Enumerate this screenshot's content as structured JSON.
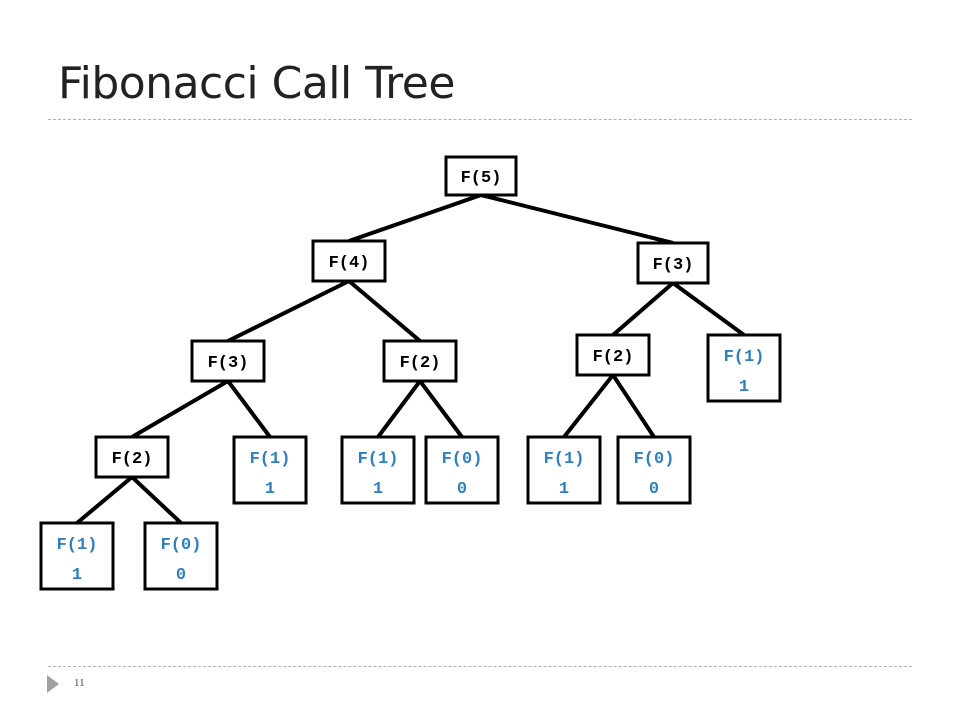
{
  "title": "Fibonacci Call Tree",
  "page_number": "11",
  "colors": {
    "call": "#000000",
    "base": "#2f80c0",
    "edge": "#000000"
  },
  "nodes": [
    {
      "id": "f5",
      "label": "F(5)",
      "value": "",
      "base": false
    },
    {
      "id": "f4",
      "label": "F(4)",
      "value": "",
      "base": false
    },
    {
      "id": "f3r",
      "label": "F(3)",
      "value": "",
      "base": false
    },
    {
      "id": "f3l",
      "label": "F(3)",
      "value": "",
      "base": false
    },
    {
      "id": "f2m",
      "label": "F(2)",
      "value": "",
      "base": false
    },
    {
      "id": "f2r",
      "label": "F(2)",
      "value": "",
      "base": false
    },
    {
      "id": "f1r",
      "label": "F(1)",
      "value": "1",
      "base": true
    },
    {
      "id": "f2l",
      "label": "F(2)",
      "value": "",
      "base": false
    },
    {
      "id": "f1a",
      "label": "F(1)",
      "value": "1",
      "base": true
    },
    {
      "id": "f1b",
      "label": "F(1)",
      "value": "1",
      "base": true
    },
    {
      "id": "f0b",
      "label": "F(0)",
      "value": "0",
      "base": true
    },
    {
      "id": "f1c",
      "label": "F(1)",
      "value": "1",
      "base": true
    },
    {
      "id": "f0c",
      "label": "F(0)",
      "value": "0",
      "base": true
    },
    {
      "id": "f1d",
      "label": "F(1)",
      "value": "1",
      "base": true
    },
    {
      "id": "f0d",
      "label": "F(0)",
      "value": "0",
      "base": true
    }
  ],
  "edges": [
    [
      "f5",
      "f4"
    ],
    [
      "f5",
      "f3r"
    ],
    [
      "f4",
      "f3l"
    ],
    [
      "f4",
      "f2m"
    ],
    [
      "f3r",
      "f2r"
    ],
    [
      "f3r",
      "f1r"
    ],
    [
      "f3l",
      "f2l"
    ],
    [
      "f3l",
      "f1a"
    ],
    [
      "f2m",
      "f1b"
    ],
    [
      "f2m",
      "f0b"
    ],
    [
      "f2r",
      "f1c"
    ],
    [
      "f2r",
      "f0c"
    ],
    [
      "f2l",
      "f1d"
    ],
    [
      "f2l",
      "f0d"
    ]
  ]
}
